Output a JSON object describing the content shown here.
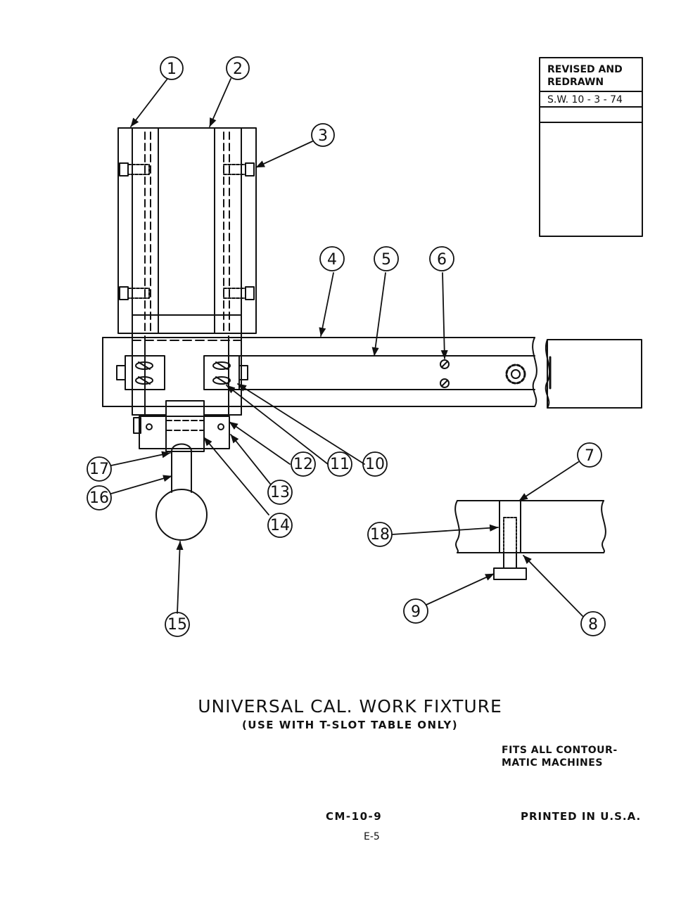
{
  "revision_block": {
    "line1": "REVISED AND",
    "line2": "REDRAWN",
    "line3": "S.W. 10 - 3 - 74"
  },
  "callouts": [
    "1",
    "2",
    "3",
    "4",
    "5",
    "6",
    "7",
    "8",
    "9",
    "10",
    "11",
    "12",
    "13",
    "14",
    "15",
    "16",
    "17",
    "18"
  ],
  "title": {
    "main": "UNIVERSAL CAL. WORK FIXTURE",
    "sub": "(USE WITH T-SLOT TABLE ONLY)"
  },
  "notes": {
    "fits_line1": "FITS ALL CONTOUR-",
    "fits_line2": "MATIC MACHINES"
  },
  "footer": {
    "drawing_no": "CM-10-9",
    "page_no": "E-5",
    "printed": "PRINTED IN U.S.A."
  }
}
